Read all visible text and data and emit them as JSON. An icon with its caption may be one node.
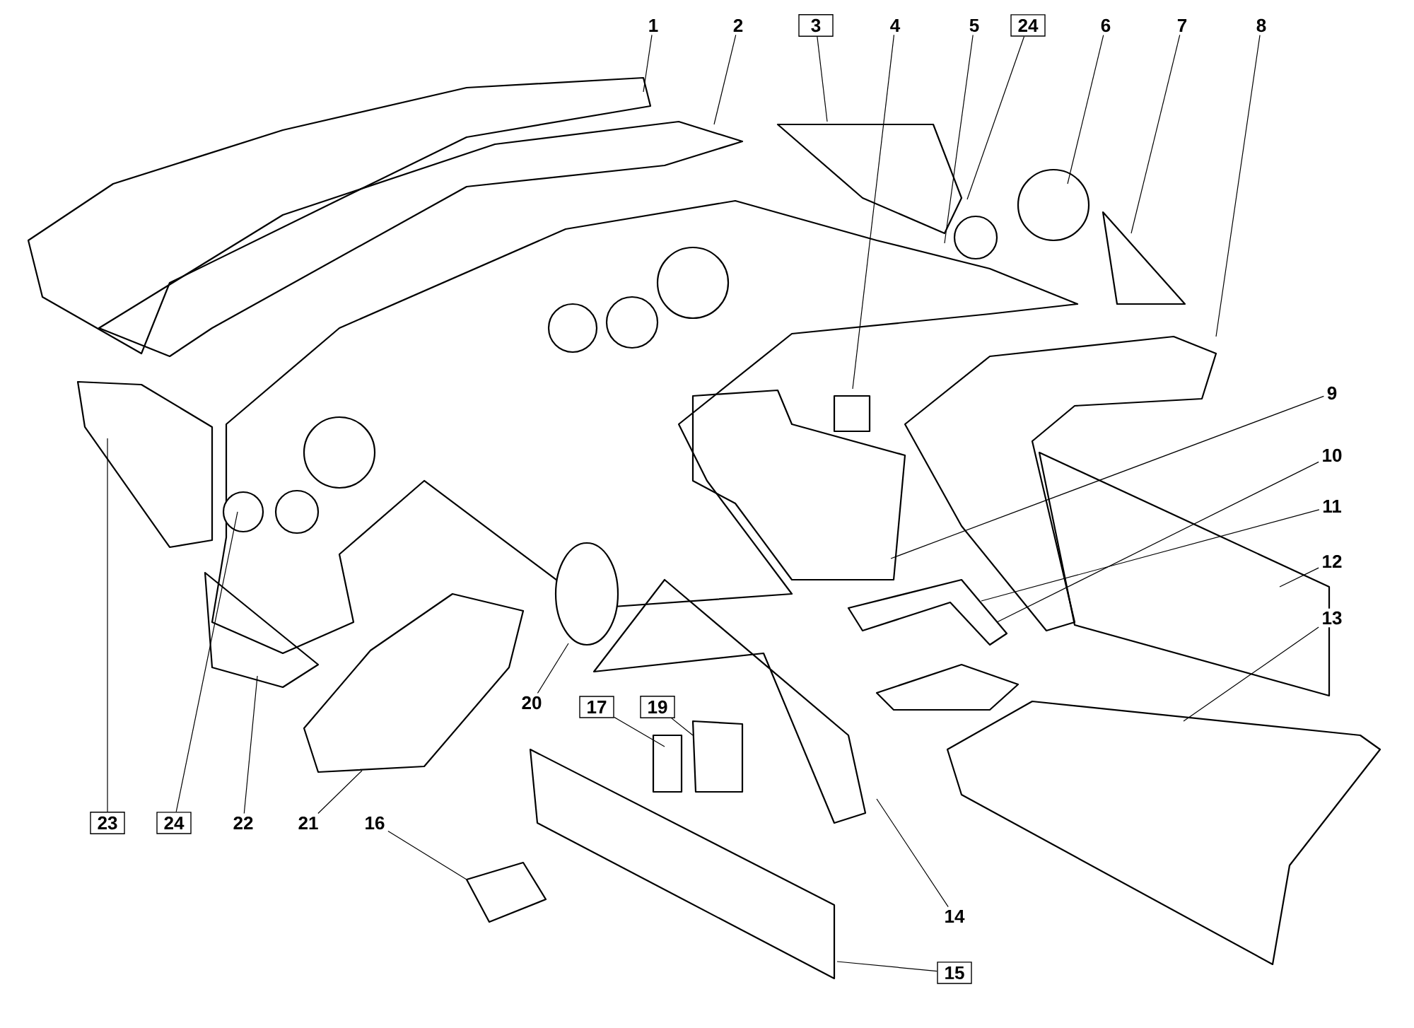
{
  "diagram": {
    "nodes": [
      {
        "text": [
          "1"
        ]
      },
      {
        "text": [
          "2"
        ]
      },
      {
        "text": [
          "3"
        ]
      },
      {
        "text": [
          "4"
        ]
      },
      {
        "text": [
          "5"
        ]
      },
      {
        "text": [
          "24"
        ]
      },
      {
        "text": [
          "6"
        ]
      },
      {
        "text": [
          "7"
        ]
      },
      {
        "text": [
          "8"
        ]
      },
      {
        "text": [
          "9"
        ]
      },
      {
        "text": [
          "10"
        ]
      },
      {
        "text": [
          "11"
        ]
      },
      {
        "text": [
          "12"
        ]
      },
      {
        "text": [
          "13"
        ]
      },
      {
        "text": [
          "17"
        ]
      },
      {
        "text": [
          "19"
        ]
      },
      {
        "text": [
          "20"
        ]
      },
      {
        "text": [
          "23"
        ]
      },
      {
        "text": [
          "24"
        ]
      },
      {
        "text": [
          "22"
        ]
      },
      {
        "text": [
          "21"
        ]
      },
      {
        "text": [
          "16"
        ]
      },
      {
        "text": [
          "14"
        ]
      },
      {
        "text": [
          "15"
        ]
      }
    ],
    "edges": [
      {
        "from": 0,
        "to": null,
        "arrow": "none"
      },
      {
        "from": 1,
        "to": null,
        "arrow": "none"
      },
      {
        "from": 2,
        "to": null,
        "arrow": "none"
      },
      {
        "from": 3,
        "to": null,
        "arrow": "none"
      },
      {
        "from": 4,
        "to": null,
        "arrow": "none"
      },
      {
        "from": 5,
        "to": null,
        "arrow": "none"
      },
      {
        "from": 6,
        "to": null,
        "arrow": "none"
      },
      {
        "from": 7,
        "to": null,
        "arrow": "none"
      },
      {
        "from": 8,
        "to": null,
        "arrow": "none"
      },
      {
        "from": 9,
        "to": null,
        "arrow": "none"
      },
      {
        "from": 10,
        "to": null,
        "arrow": "none"
      },
      {
        "from": 11,
        "to": null,
        "arrow": "none"
      },
      {
        "from": 12,
        "to": null,
        "arrow": "none"
      },
      {
        "from": 13,
        "to": null,
        "arrow": "none"
      },
      {
        "from": 14,
        "to": null,
        "arrow": "none"
      },
      {
        "from": 15,
        "to": null,
        "arrow": "none"
      },
      {
        "from": 16,
        "to": null,
        "arrow": "none"
      },
      {
        "from": 17,
        "to": null,
        "arrow": "none"
      },
      {
        "from": 18,
        "to": null,
        "arrow": "none"
      },
      {
        "from": 19,
        "to": null,
        "arrow": "none"
      },
      {
        "from": 20,
        "to": null,
        "arrow": "none"
      },
      {
        "from": 21,
        "to": null,
        "arrow": "none"
      },
      {
        "from": 22,
        "to": null,
        "arrow": "none"
      },
      {
        "from": 23,
        "to": null,
        "arrow": "none"
      }
    ]
  }
}
